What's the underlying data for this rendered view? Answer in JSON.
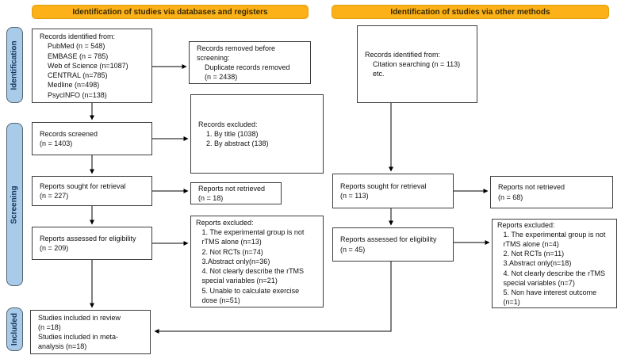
{
  "banners": {
    "databases": "Identification of studies via databases and registers",
    "other": "Identification of studies via other methods"
  },
  "sidebar": {
    "identification": "Identification",
    "screening": "Screening",
    "included": "Included"
  },
  "boxes": {
    "records_identified_db": {
      "text": "Records identified from:\n    PubMed (n = 548)\n    EMBASE (n = 785)\n    Web of Science (n=1087)\n    CENTRAL (n=785)\n    Medline (n=498)\n    PsycINFO (n=138)"
    },
    "records_removed": {
      "text": "Records removed before\nscreening:\n    Duplicate records removed\n    (n = 2438)"
    },
    "records_screened": {
      "text": "Records screened\n(n = 1403)"
    },
    "records_excluded": {
      "text": "Records excluded:\n    1. By title (1038)\n    2. By abstract (138)"
    },
    "reports_sought_db": {
      "text": "Reports sought for retrieval\n(n = 227)"
    },
    "reports_not_retrieved_db": {
      "text": "Reports not retrieved\n(n = 18)"
    },
    "reports_assessed_db": {
      "text": "Reports assessed for eligibility\n(n = 209)"
    },
    "reports_excluded_db": {
      "text": "Reports excluded:\n   1. The experimental group is not\n   rTMS alone (n=13)\n   2. Not RCTs (n=74)\n   3.Abstract only(n=36)\n   4. Not clearly describe the rTMS\n   special variables (n=21)\n   5. Unable to calculate exercise\n   dose (n=51)"
    },
    "studies_included": {
      "text": "Studies included in review\n(n =18)\nStudies included in meta-\nanalysis (n=18)"
    },
    "records_identified_other": {
      "text": "Records identified from:\n    Citation searching (n = 113)\n    etc."
    },
    "reports_sought_other": {
      "text": "Reports sought for retrieval\n(n = 113)"
    },
    "reports_not_retrieved_other": {
      "text": "Reports not retrieved\n(n = 68)"
    },
    "reports_assessed_other": {
      "text": "Reports assessed for eligibility\n(n = 45)"
    },
    "reports_excluded_other": {
      "text": "Reports excluded:\n   1. The experimental group is not\n   rTMS alone (n=4)\n   2. Not RCTs (n=11)\n   3.Abstract only(n=18)\n   4. Not clearly describe the rTMS\n   special variables (n=7)\n   5. Non have interest outcome\n   (n=1)"
    }
  },
  "colors": {
    "banner_fill": "#FBB117",
    "banner_border": "#E09E0B",
    "sidebar_fill": "#A9CBEA",
    "sidebar_border": "#53616E",
    "box_border": "#3D3D3D",
    "arrow": "#000000"
  }
}
